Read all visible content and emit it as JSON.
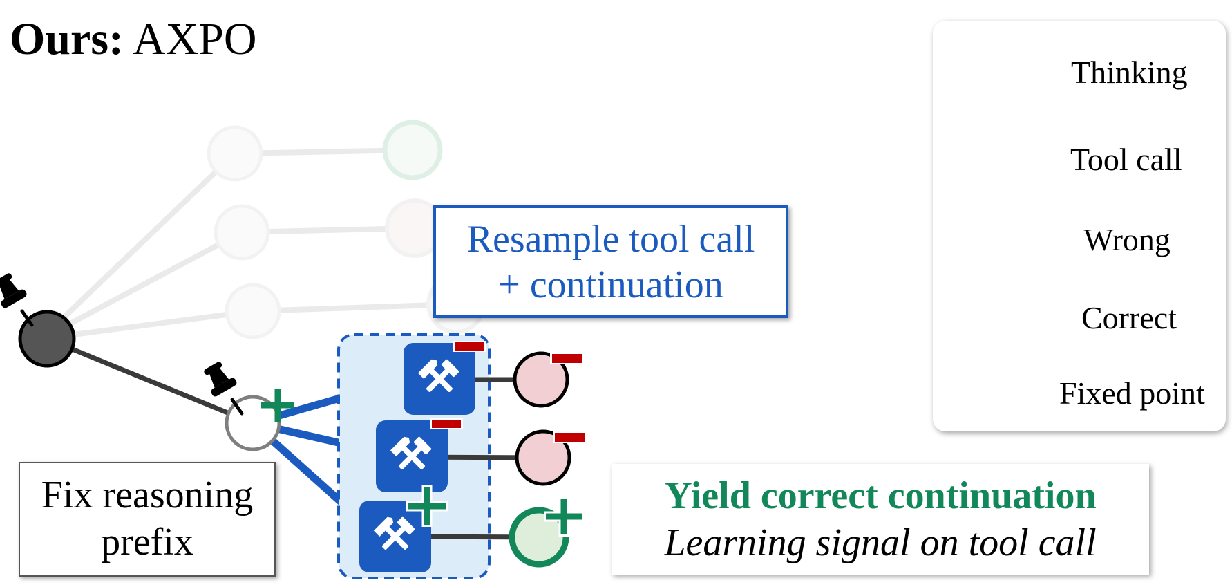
{
  "title": {
    "bold": "Ours:",
    "rest": " AXPO"
  },
  "legend": [
    {
      "symbol": "thinking-node",
      "label": "Thinking"
    },
    {
      "symbol": "tool-call-node",
      "label": "Tool call"
    },
    {
      "symbol": "wrong-node",
      "label": "Wrong"
    },
    {
      "symbol": "correct-node",
      "label": "Correct"
    },
    {
      "symbol": "pin-icon",
      "label": "Fixed point"
    }
  ],
  "boxes": {
    "resample": {
      "line1": "Resample tool call",
      "line2": "+ continuation"
    },
    "fix": {
      "line1": "Fix reasoning",
      "line2": "prefix"
    },
    "yield": {
      "line1": "Yield correct continuation",
      "line2": "Learning signal on tool call"
    }
  },
  "colors": {
    "tool_blue": "#1b5bbf",
    "correct_green": "#12875a",
    "correct_fill": "#dfeedb",
    "wrong_fill": "#f2cfd3",
    "minus_red": "#c00000",
    "group_fill": "#dcedf9",
    "root_fill": "#555555"
  },
  "icons": [
    "pin-icon",
    "hammer-icon",
    "plus-icon",
    "minus-icon"
  ]
}
